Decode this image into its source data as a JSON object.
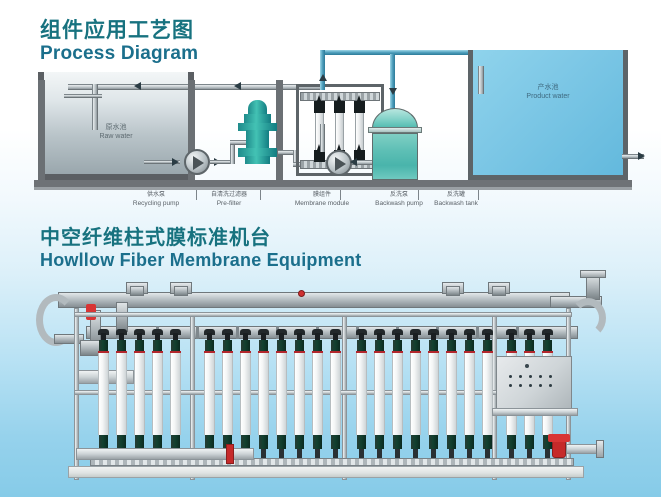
{
  "sections": {
    "process": {
      "title_cn": "组件应用工艺图",
      "title_en": "Process Diagram",
      "labels": {
        "raw_water_cn": "原水池",
        "raw_water_en": "Raw water",
        "product_water_cn": "产水池",
        "product_water_en": "Product water"
      },
      "callouts": [
        {
          "cn": "供水泵",
          "en": "Recycling pump"
        },
        {
          "cn": "自清洗过滤器",
          "en": "Pre-filter"
        },
        {
          "cn": "膜组件",
          "en": "Membrane module"
        },
        {
          "cn": "反洗泵",
          "en": "Backwash pump"
        },
        {
          "cn": "反洗罐",
          "en": "Backwash tank"
        }
      ]
    },
    "equipment": {
      "title_cn": "中空纤维柱式膜标准机台",
      "title_en": "Howllow Fiber Membrane Equipment"
    }
  },
  "style": {
    "heading_color": "#17727f",
    "heading_en_color": "#1b6f8c",
    "pipe_color": "#4f9fbd",
    "prefilter_color": "#2fae a4",
    "backwash_tank_color": "#49b4ab",
    "product_water_color": "#7ec8e6",
    "membrane_cap_color": "#12412f",
    "accent_red": "#c62a2a",
    "background_top": "#ffffff",
    "background_bottom": "#86cbe8"
  },
  "counts": {
    "process_membrane_columns": 3,
    "equipment_columns": 24,
    "equipment_column_groups": 3
  }
}
